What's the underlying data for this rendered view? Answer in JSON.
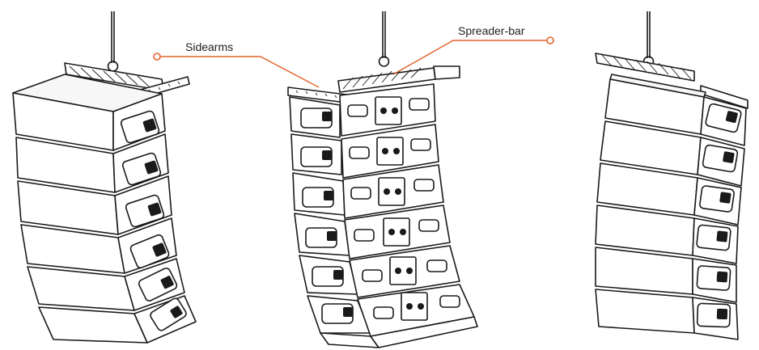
{
  "callouts": [
    {
      "id": "sidearms",
      "label": "Sidearms"
    },
    {
      "id": "spreader",
      "label": "Spreader-bar"
    }
  ],
  "arrays": [
    {
      "id": "left-array",
      "cabinets": 6
    },
    {
      "id": "center-array",
      "cabinets": 6
    },
    {
      "id": "right-array",
      "cabinets": 6
    }
  ],
  "colors": {
    "line": "#1a1a1a",
    "accent": "#e2622b",
    "background": "#ffffff"
  }
}
